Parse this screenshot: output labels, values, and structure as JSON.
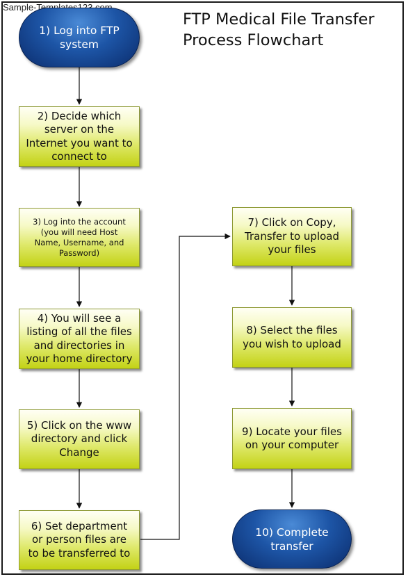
{
  "watermark": "Sample-Templates123.com",
  "title": {
    "line1": "FTP Medical File Transfer",
    "line2": "Process Flowchart"
  },
  "steps": [
    {
      "id": "s1",
      "shape": "terminal",
      "label": "1) Log into FTP\nsystem"
    },
    {
      "id": "s2",
      "shape": "process",
      "label": "2) Decide which\nserver on the\nInternet you want to\nconnect to"
    },
    {
      "id": "s3",
      "shape": "process",
      "label": "3) Log into the account\n(you will need Host\nName, Username, and\nPassword)"
    },
    {
      "id": "s4",
      "shape": "process",
      "label": "4) You will see a\nlisting of all the files\nand directories in\nyour home directory"
    },
    {
      "id": "s5",
      "shape": "process",
      "label": "5) Click on the www\ndirectory and click\nChange"
    },
    {
      "id": "s6",
      "shape": "process",
      "label": "6) Set department\nor person files are\nto be transferred to"
    },
    {
      "id": "s7",
      "shape": "process",
      "label": "7) Click on Copy,\nTransfer to upload\nyour files"
    },
    {
      "id": "s8",
      "shape": "process",
      "label": "8) Select the files\nyou wish to upload"
    },
    {
      "id": "s9",
      "shape": "process",
      "label": "9) Locate your files\non your computer"
    },
    {
      "id": "s10",
      "shape": "terminal",
      "label": "10) Complete\ntransfer"
    }
  ],
  "edges": [
    [
      "s1",
      "s2"
    ],
    [
      "s2",
      "s3"
    ],
    [
      "s3",
      "s4"
    ],
    [
      "s4",
      "s5"
    ],
    [
      "s5",
      "s6"
    ],
    [
      "s6",
      "s7"
    ],
    [
      "s7",
      "s8"
    ],
    [
      "s8",
      "s9"
    ],
    [
      "s9",
      "s10"
    ]
  ],
  "colors": {
    "terminal": "#1d55a6",
    "process": "#dfe96c",
    "connector": "#111111"
  }
}
